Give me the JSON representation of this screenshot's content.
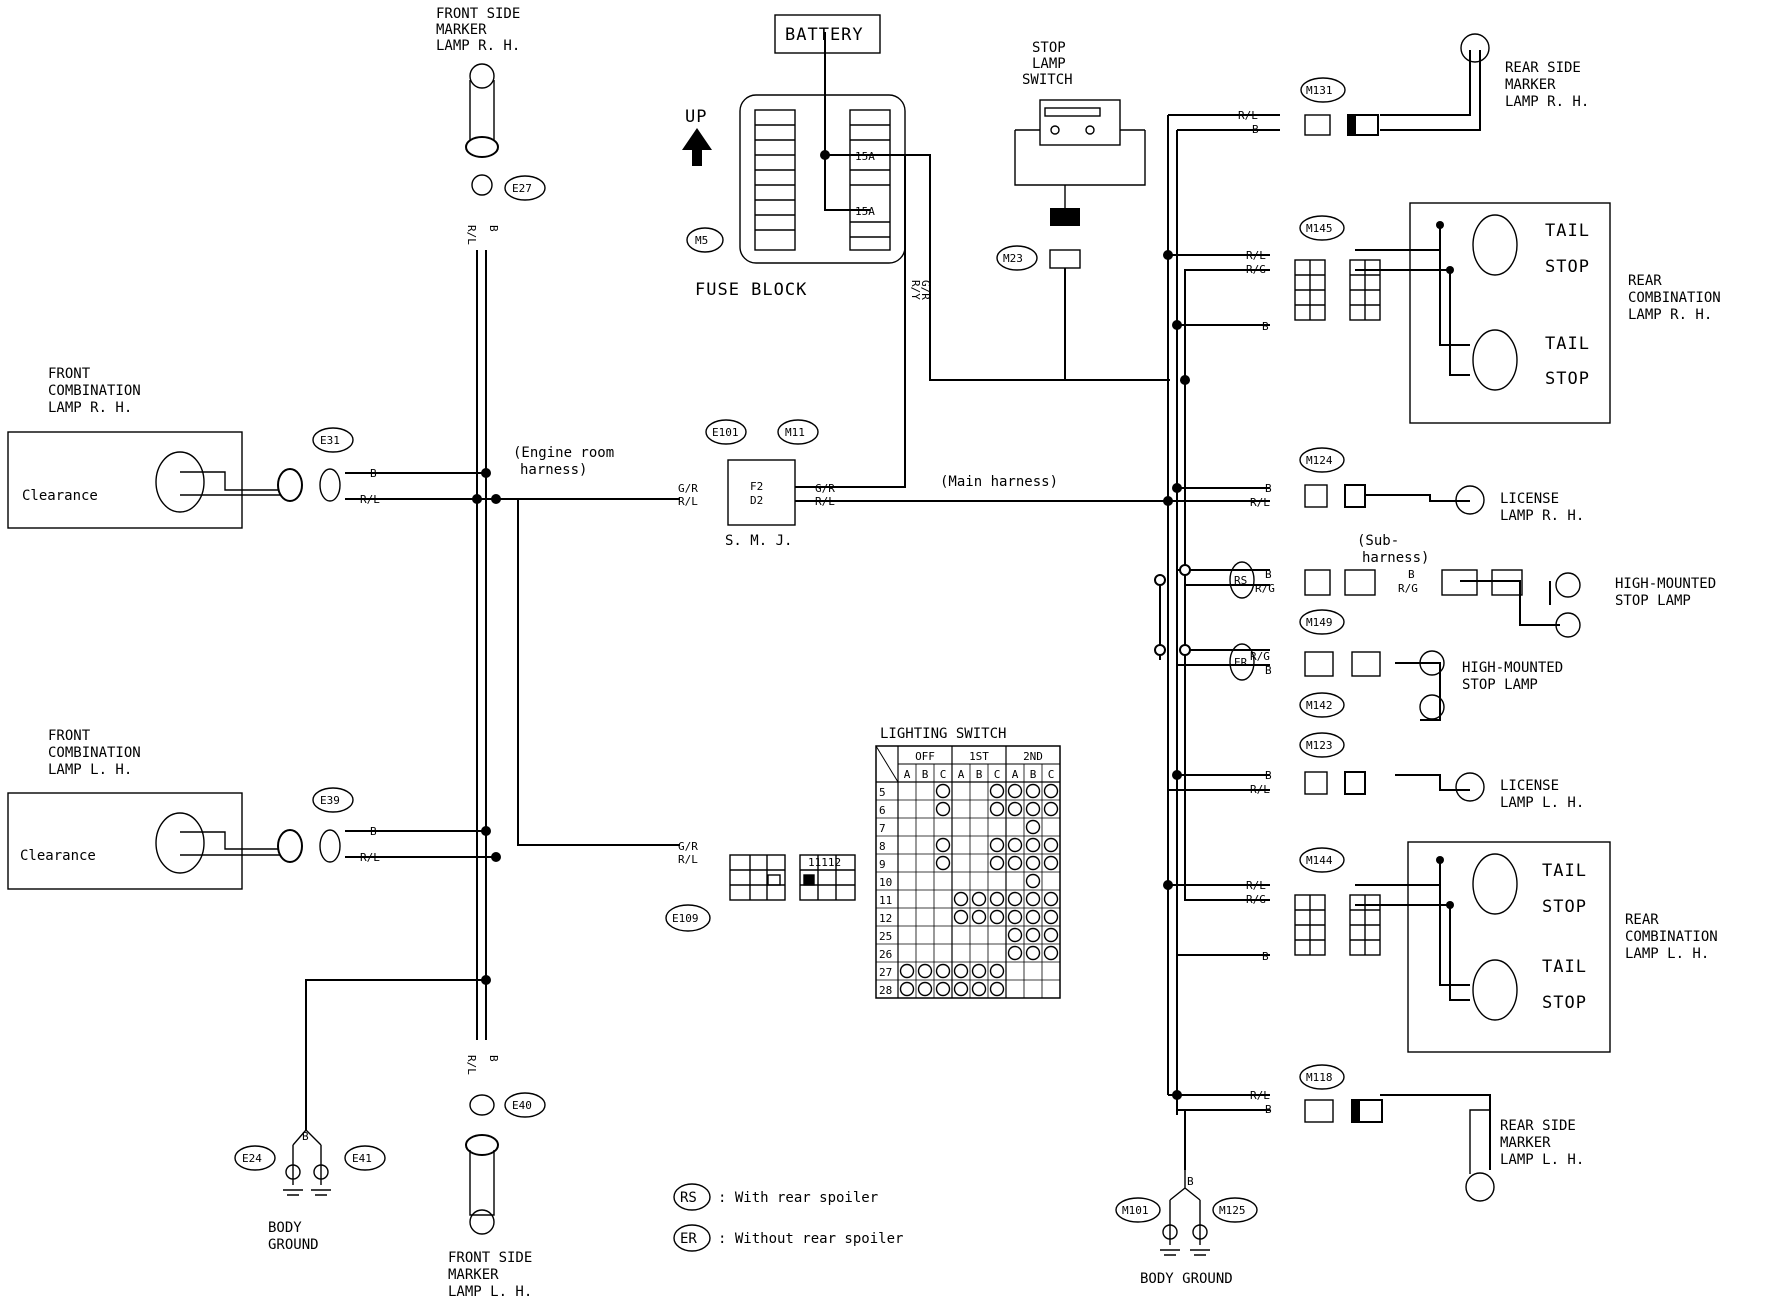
{
  "labels": {
    "battery": "BATTERY",
    "up": "UP",
    "fuse_block": "FUSE BLOCK",
    "fuse": "15A",
    "stop_lamp_switch": [
      "STOP",
      "LAMP",
      "SWITCH"
    ],
    "front_side_marker_rh": [
      "FRONT SIDE",
      "MARKER",
      "LAMP R. H."
    ],
    "front_side_marker_lh": [
      "FRONT SIDE",
      "MARKER",
      "LAMP L. H."
    ],
    "front_comb_rh": [
      "FRONT",
      "COMBINATION",
      "LAMP R. H."
    ],
    "front_comb_lh": [
      "FRONT",
      "COMBINATION",
      "LAMP L. H."
    ],
    "clearance": "Clearance",
    "engine_room_harness": [
      "(Engine room",
      "harness)"
    ],
    "main_harness": "(Main harness)",
    "smj": "S. M. J.",
    "smj_pins": [
      "F2",
      "D2"
    ],
    "sub_harness": [
      "(Sub-",
      "harness)"
    ],
    "rear_side_marker_rh": [
      "REAR SIDE",
      "MARKER",
      "LAMP R. H."
    ],
    "rear_side_marker_lh": [
      "REAR SIDE",
      "MARKER",
      "LAMP L. H."
    ],
    "rear_comb_rh": [
      "REAR",
      "COMBINATION",
      "LAMP R. H."
    ],
    "rear_comb_lh": [
      "REAR",
      "COMBINATION",
      "LAMP L. H."
    ],
    "tail": "TAIL",
    "stop": "STOP",
    "license_rh": [
      "LICENSE",
      "LAMP R. H."
    ],
    "license_lh": [
      "LICENSE",
      "LAMP L. H."
    ],
    "high_mounted_1": [
      "HIGH-MOUNTED",
      "STOP LAMP"
    ],
    "high_mounted_2": [
      "HIGH-MOUNTED",
      "STOP LAMP"
    ],
    "body_ground": [
      "BODY",
      "GROUND"
    ],
    "body_ground_2": "BODY GROUND",
    "legend_rs": ": With rear spoiler",
    "legend_er": ": Without rear spoiler",
    "e109_pins": "11112"
  },
  "connectors": {
    "m5": "M5",
    "m23": "M23",
    "e27": "E27",
    "e31": "E31",
    "e39": "E39",
    "e40": "E40",
    "e24": "E24",
    "e41": "E41",
    "e101": "E101",
    "m11": "M11",
    "e109": "E109",
    "m131": "M131",
    "m145": "M145",
    "m124": "M124",
    "rs": "RS",
    "er": "ER",
    "m149": "M149",
    "m142": "M142",
    "m123": "M123",
    "m144": "M144",
    "m118": "M118",
    "m101": "M101",
    "m125": "M125"
  },
  "wires": {
    "b": "B",
    "rl": "R/L",
    "gr": "G/R",
    "rg": "R/G",
    "ry": "R/Y"
  },
  "lighting_switch": {
    "title": "LIGHTING SWITCH",
    "groups": [
      "OFF",
      "1ST",
      "2ND"
    ],
    "cols": [
      "A",
      "B",
      "C",
      "A",
      "B",
      "C",
      "A",
      "B",
      "C"
    ],
    "rows": [
      {
        "term": "5",
        "on": [
          0,
          0,
          1,
          0,
          0,
          1,
          1,
          1,
          1
        ]
      },
      {
        "term": "6",
        "on": [
          0,
          0,
          1,
          0,
          0,
          1,
          1,
          1,
          1
        ]
      },
      {
        "term": "7",
        "on": [
          0,
          0,
          0,
          0,
          0,
          0,
          0,
          1,
          0
        ]
      },
      {
        "term": "8",
        "on": [
          0,
          0,
          1,
          0,
          0,
          1,
          1,
          1,
          1
        ]
      },
      {
        "term": "9",
        "on": [
          0,
          0,
          1,
          0,
          0,
          1,
          1,
          1,
          1
        ]
      },
      {
        "term": "10",
        "on": [
          0,
          0,
          0,
          0,
          0,
          0,
          0,
          1,
          0
        ]
      },
      {
        "term": "11",
        "on": [
          0,
          0,
          0,
          1,
          1,
          1,
          1,
          1,
          1
        ]
      },
      {
        "term": "12",
        "on": [
          0,
          0,
          0,
          1,
          1,
          1,
          1,
          1,
          1
        ]
      },
      {
        "term": "25",
        "on": [
          0,
          0,
          0,
          0,
          0,
          0,
          1,
          1,
          1
        ]
      },
      {
        "term": "26",
        "on": [
          0,
          0,
          0,
          0,
          0,
          0,
          1,
          1,
          1
        ]
      },
      {
        "term": "27",
        "on": [
          1,
          1,
          1,
          1,
          1,
          1,
          0,
          0,
          0
        ]
      },
      {
        "term": "28",
        "on": [
          1,
          1,
          1,
          1,
          1,
          1,
          0,
          0,
          0
        ]
      }
    ]
  }
}
